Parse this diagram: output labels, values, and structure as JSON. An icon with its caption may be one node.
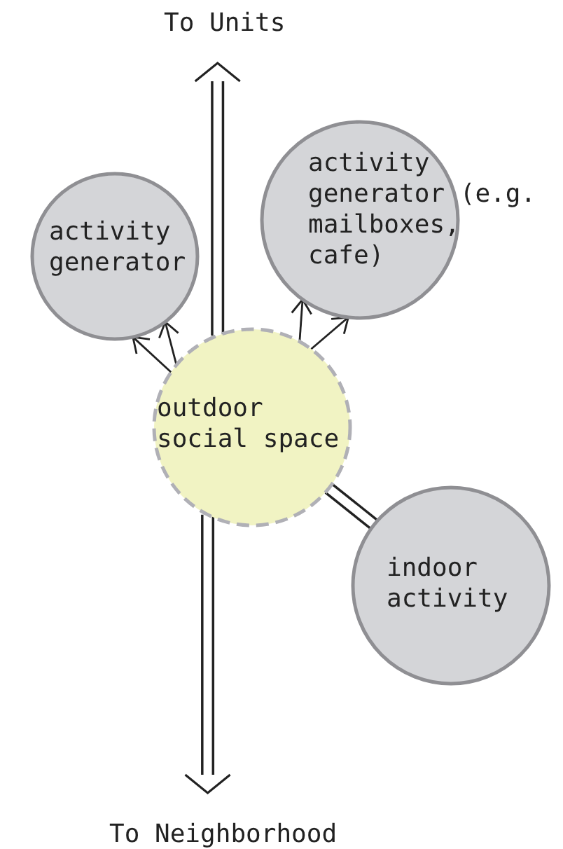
{
  "diagram": {
    "nodes": [
      {
        "text": [
          "To Units"
        ]
      },
      {
        "text": [
          "activity generator"
        ]
      },
      {
        "text": [
          "activity generator (e.g. mailboxes, cafe)"
        ]
      },
      {
        "text": [
          "outdoor social space"
        ]
      },
      {
        "text": [
          "indoor activity"
        ]
      },
      {
        "text": [
          "To Neighborhood"
        ]
      }
    ],
    "edges": [
      {
        "from": 3,
        "to": 0,
        "arrow": "to",
        "style": "thick"
      },
      {
        "from": 3,
        "to": 5,
        "arrow": "to",
        "style": "thick"
      },
      {
        "from": 3,
        "to": 4,
        "arrow": "none",
        "style": "thick"
      },
      {
        "from": 3,
        "to": 1,
        "arrow": "to"
      },
      {
        "from": 3,
        "to": 1,
        "arrow": "to"
      },
      {
        "from": 3,
        "to": 2,
        "arrow": "to"
      },
      {
        "from": 3,
        "to": 2,
        "arrow": "to"
      }
    ]
  }
}
